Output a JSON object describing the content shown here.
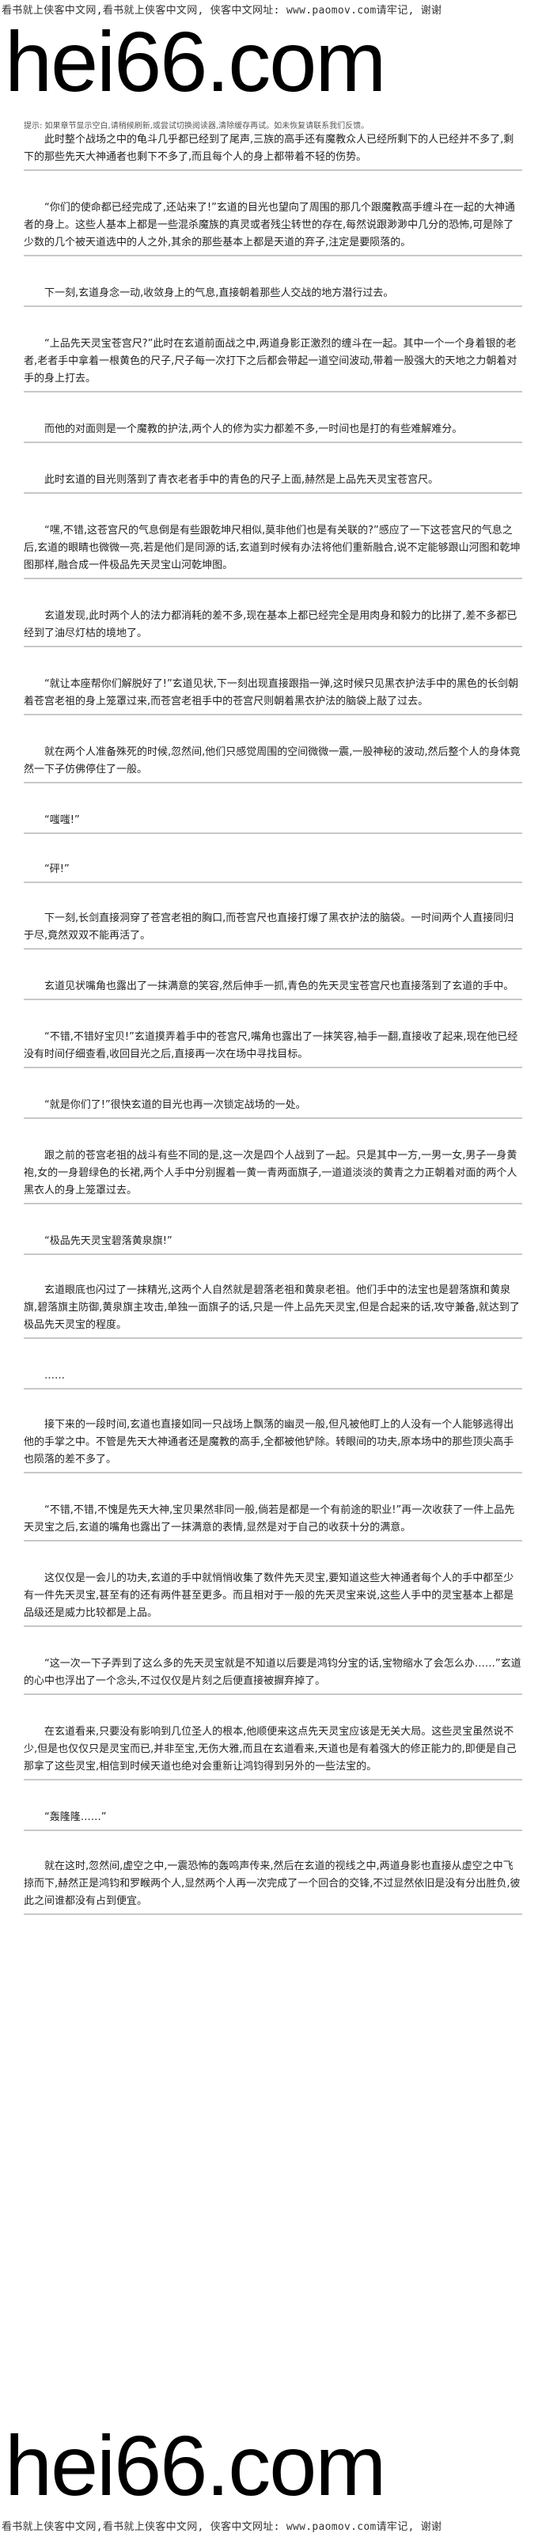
{
  "banner": {
    "top_line": "看书就上侠客中文网,看书就上侠客中文网, 侠客中文网址: www.paomov.com请牢记, 谢谢",
    "bottom_line": "看书就上侠客中文网,看书就上侠客中文网, 侠客中文网址: www.paomov.com请牢记, 谢谢",
    "logo": "hei66.com"
  },
  "notice": "提示: 如果章节显示空白,请稍候刷新,或尝试切换阅读器,清除缓存再试。如未恢复请联系我们反馈。",
  "paragraphs": [
    "此时整个战场之中的龟斗几乎都已经到了尾声,三族的高手还有魔教众人已经所剩下的人已经并不多了,剩下的那些先天大神通者也剩下不多了,而且每个人的身上都带着不轻的伤势。",
    "“你们的使命都已经完成了,还站来了!”玄道的目光也望向了周围的那几个跟魔教高手缠斗在一起的大神通者的身上。这些人基本上都是一些混杀魔族的真灵或者残尘转世的存在,每然说跟渺渺中几分的恐怖,可是除了少数的几个被天道选中的人之外,其余的那些基本上都是天道的弃子,注定是要陨落的。",
    "下一刻,玄道身念一动,收敛身上的气息,直接朝着那些人交战的地方潜行过去。",
    "“上品先天灵宝苍宫尺?”此时在玄道前面战之中,两道身影正激烈的缠斗在一起。其中一个一个身着银的老者,老者手中拿着一根黄色的尺子,尺子每一次打下之后都会带起一道空间波动,带着一股强大的天地之力朝着对手的身上打去。",
    "而他的对面则是一个魔教的护法,两个人的修为实力都差不多,一时间也是打的有些难解难分。",
    "此时玄道的目光则落到了青衣老者手中的青色的尺子上面,赫然是上品先天灵宝苍宫尺。",
    "“嘿,不错,这苍宫尺的气息倒是有些跟乾坤尺相似,莫非他们也是有关联的?”感应了一下这苍宫尺的气息之后,玄道的眼睛也微微一亮,若是他们是同源的话,玄道到时候有办法将他们重新融合,说不定能够跟山河图和乾坤图那样,融合成一件极品先天灵宝山河乾坤图。",
    "玄道发现,此时两个人的法力都消耗的差不多,现在基本上都已经完全是用肉身和毅力的比拼了,差不多都已经到了油尽灯枯的境地了。",
    "“就让本座帮你们解脱好了!”玄道见状,下一刻出现直接跟指一弹,这时候只见黑衣护法手中的黑色的长剑朝着苍宫老祖的身上笼罩过来,而苍宫老祖手中的苍宫尺则朝着黑衣护法的脑袋上敲了过去。",
    "就在两个人准备殊死的时候,忽然间,他们只感觉周围的空间微微一震,一股神秘的波动,然后整个人的身体竟然一下子仿佛停住了一般。",
    "“嗤嗤!”",
    "“砰!”",
    "下一刻,长剑直接洞穿了苍宫老祖的胸口,而苍宫尺也直接打爆了黑衣护法的脑袋。一时间两个人直接同归于尽,竟然双双不能再活了。",
    "玄道见状嘴角也露出了一抹满意的笑容,然后伸手一抓,青色的先天灵宝苍宫尺也直接落到了玄道的手中。",
    "“不错,不错好宝贝!”玄道摸弄着手中的苍宫尺,嘴角也露出了一抹笑容,袖手一翻,直接收了起来,现在他已经没有时间仔细查看,收回目光之后,直接再一次在场中寻找目标。",
    "“就是你们了!”很快玄道的目光也再一次锁定战场的一处。",
    "跟之前的苍宫老祖的战斗有些不同的是,这一次是四个人战到了一起。只是其中一方,一男一女,男子一身黄袍,女的一身碧绿色的长裙,两个人手中分别握着一黄一青两面旗子,一道道淡淡的黄青之力正朝着对面的两个人黑衣人的身上笼罩过去。",
    "“极品先天灵宝碧落黄泉旗!”",
    "玄道眼底也闪过了一抹精光,这两个人自然就是碧落老祖和黄泉老祖。他们手中的法宝也是碧落旗和黄泉旗,碧落旗主防御,黄泉旗主攻击,单独一面旗子的话,只是一件上品先天灵宝,但是合起来的话,攻守兼备,就达到了极品先天灵宝的程度。",
    "……",
    "接下来的一段时间,玄道也直接如同一只战场上飘荡的幽灵一般,但凡被他盯上的人没有一个人能够逃得出他的手掌之中。不管是先天大神通者还是魔教的高手,全都被他铲除。转眼间的功夫,原本场中的那些顶尖高手也陨落的差不多了。",
    "“不错,不错,不愧是先天大神,宝贝果然非同一般,倘若是都是一个有前途的职业!”再一次收获了一件上品先天灵宝之后,玄道的嘴角也露出了一抹满意的表情,显然是对于自己的收获十分的满意。",
    "这仅仅是一会儿的功夫,玄道的手中就悄悄收集了数件先天灵宝,要知道这些大神通者每个人的手中都至少有一件先天灵宝,甚至有的还有两件甚至更多。而且相对于一般的先天灵宝来说,这些人手中的灵宝基本上都是品级还是威力比较都是上品。",
    "“这一次一下子弄到了这么多的先天灵宝就是不知道以后要是鸿钧分宝的话,宝物缩水了会怎么办……”玄道的心中也浮出了一个念头,不过仅仅是片刻之后便直接被摒弃掉了。",
    "在玄道看来,只要没有影响到几位圣人的根本,他顺便来这点先天灵宝应该是无关大局。这些灵宝虽然说不少,但是也仅仅只是灵宝而已,并非至宝,无伤大雅,而且在玄道看来,天道也是有着强大的修正能力的,即便是自己那拿了这些灵宝,相信到时候天道也绝对会重新让鸿钧得到另外的一些法宝的。",
    "“轰隆隆……”",
    "就在这时,忽然间,虚空之中,一震恐怖的轰鸣声传来,然后在玄道的视线之中,两道身影也直接从虚空之中飞掠而下,赫然正是鸿钧和罗睺两个人,显然两个人再一次完成了一个回合的交锋,不过显然依旧是没有分出胜负,彼此之间谁都没有占到便宜。"
  ]
}
